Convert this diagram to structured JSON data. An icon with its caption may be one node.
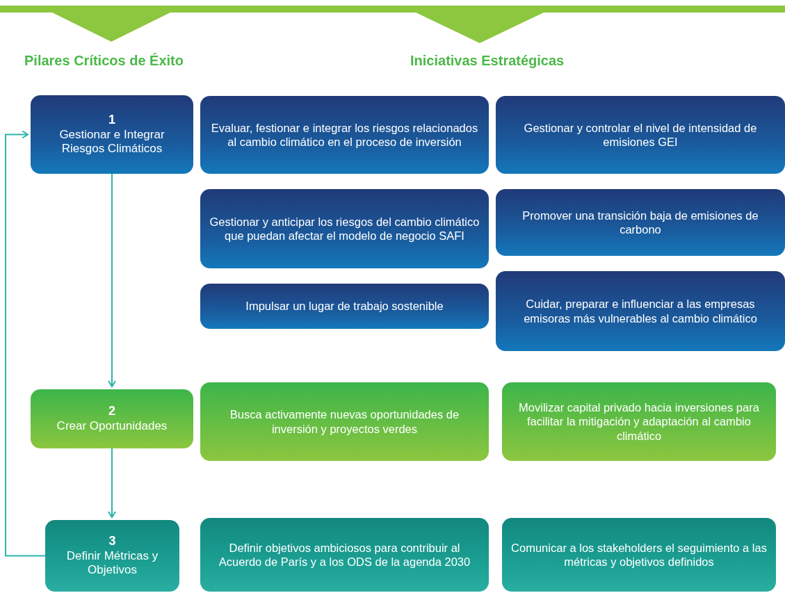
{
  "diagram": {
    "nodes": [
      {
        "text": [
          "1",
          "Gestionar e Integrar Riesgos Climáticos"
        ]
      },
      {
        "text": [
          "Evaluar, festionar e integrar los riesgos relacionados al cambio climático en el proceso de inversión"
        ]
      },
      {
        "text": [
          "Gestionar y controlar el nivel de intensidad de emisiones GEI"
        ]
      },
      {
        "text": [
          "Gestionar y anticipar los riesgos del cambio climático que puedan afectar el modelo de negocio SAFI"
        ]
      },
      {
        "text": [
          "Promover una transición baja de emisiones de carbono"
        ]
      },
      {
        "text": [
          "Impulsar un lugar de trabajo sostenible"
        ]
      },
      {
        "text": [
          "Cuidar, preparar e influenciar a las empresas emisoras más vulnerables al cambio climático"
        ]
      },
      {
        "text": [
          "2",
          "Crear Oportunidades"
        ]
      },
      {
        "text": [
          "Busca activamente nuevas oportunidades de inversión y proyectos verdes"
        ]
      },
      {
        "text": [
          "Movilizar capital privado hacia inversiones para facilitar la mitigación y adaptación al cambio climático"
        ]
      },
      {
        "text": [
          "3",
          "Definir Métricas y Objetivos"
        ]
      },
      {
        "text": [
          "Definir objetivos ambiciosos para contribuir al Acuerdo de París y a los ODS de la agenda 2030"
        ]
      },
      {
        "text": [
          "Comunicar a los stakeholders el seguimiento a las métricas y objetivos definidos"
        ]
      }
    ],
    "edges": [
      {
        "from": 0,
        "to": 7,
        "arrow": "to"
      },
      {
        "from": 7,
        "to": 10,
        "arrow": "to"
      },
      {
        "from": 10,
        "to": 0,
        "arrow": "to"
      }
    ],
    "labels": [
      "Pilares Críticos de Éxito",
      "Iniciativas Estratégicas"
    ]
  }
}
